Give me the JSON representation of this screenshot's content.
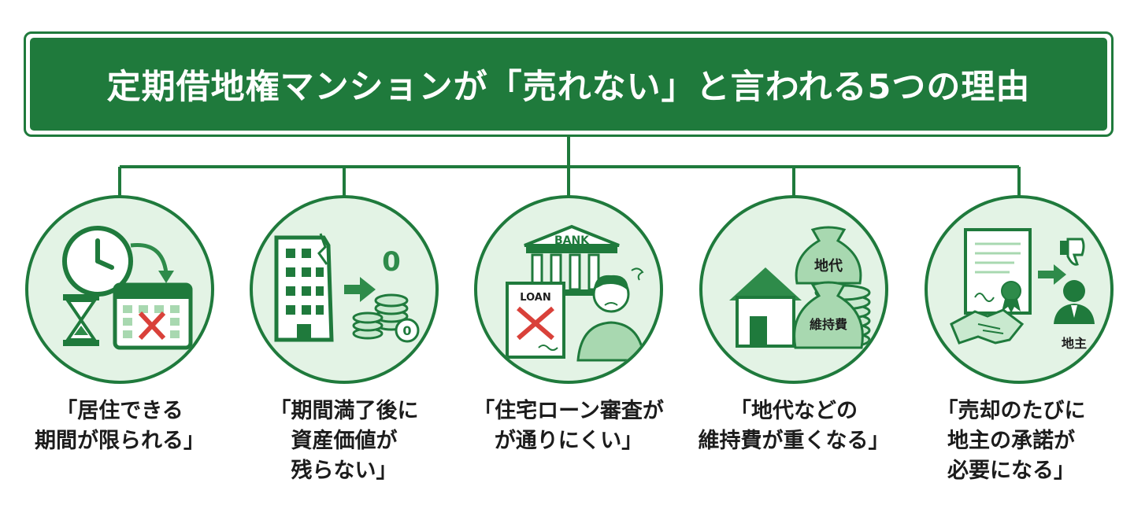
{
  "title": "定期借地権マンションが「売れない」と言われる5つの理由",
  "colors": {
    "primary": "#1f7a3c",
    "light": "#e3f3e5",
    "accent_red": "#d9413a"
  },
  "reasons": [
    {
      "icon": "clock-calendar-icon",
      "lines": [
        "「居住できる",
        "期間が限られる」"
      ]
    },
    {
      "icon": "building-coins-icon",
      "lines": [
        "「期間満了後に",
        "資産価値が",
        "残らない」"
      ],
      "icon_text": {
        "zero_big": "0",
        "zero_small": "0"
      }
    },
    {
      "icon": "bank-loan-icon",
      "lines": [
        "「住宅ローン審査が",
        "が通りにくい」"
      ],
      "icon_text": {
        "bank": "BANK",
        "loan": "LOAN"
      }
    },
    {
      "icon": "house-moneybags-icon",
      "lines": [
        "「地代などの",
        "維持費が重くなる」"
      ],
      "icon_text": {
        "bag1": "地代",
        "bag2": "維持費"
      }
    },
    {
      "icon": "contract-landowner-icon",
      "lines": [
        "「売却のたびに",
        "地主の承諾が",
        "必要になる」"
      ],
      "icon_text": {
        "owner": "地主"
      }
    }
  ]
}
